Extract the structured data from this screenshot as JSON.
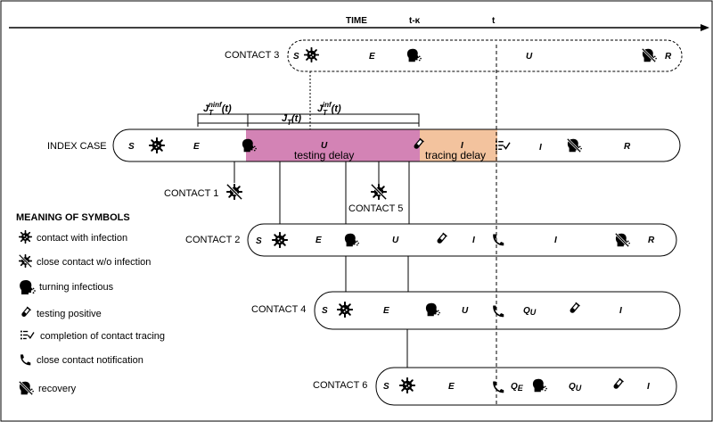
{
  "time_axis": {
    "label": "TIME",
    "tick_tk": "t-κ",
    "tick_t": "t"
  },
  "contact3": {
    "label": "CONTACT 3",
    "states": [
      "S",
      "E",
      "U",
      "R"
    ]
  },
  "brackets": {
    "ninf_main": "J",
    "ninf_sub": "T",
    "ninf_sup": "ninf",
    "ninf_arg": "(t)",
    "all_main": "J",
    "all_sub": "T",
    "all_arg": "(t)",
    "inf_main": "J",
    "inf_sub": "T",
    "inf_sup": "inf",
    "inf_arg": "(t)"
  },
  "index_case": {
    "label": "INDEX CASE",
    "states": [
      "S",
      "E",
      "U",
      "I",
      "I",
      "R"
    ],
    "testing_delay": "testing delay",
    "tracing_delay": "tracing delay",
    "colors": {
      "testing": "#d383b5",
      "tracing": "#f3c39e"
    }
  },
  "contact1": {
    "label": "CONTACT 1"
  },
  "contact5": {
    "label": "CONTACT 5"
  },
  "contact2": {
    "label": "CONTACT 2",
    "states": [
      "S",
      "E",
      "U",
      "I",
      "I",
      "R"
    ]
  },
  "contact4": {
    "label": "CONTACT 4",
    "states": [
      "S",
      "E",
      "U",
      "Q",
      "U",
      "I"
    ]
  },
  "contact6": {
    "label": "CONTACT 6",
    "states": [
      "S",
      "E",
      "Q",
      "E",
      "Q",
      "U",
      "I"
    ]
  },
  "legend": {
    "title": "MEANING OF SYMBOLS",
    "items": [
      {
        "icon": "virus-icon",
        "text": "contact with infection"
      },
      {
        "icon": "crossed-virus-icon",
        "text": "close contact w/o infection"
      },
      {
        "icon": "infectious-head-icon",
        "text": "turning infectious"
      },
      {
        "icon": "test-tube-icon",
        "text": "testing positive"
      },
      {
        "icon": "checklist-icon",
        "text": "completion of contact tracing"
      },
      {
        "icon": "phone-icon",
        "text": "close contact notification"
      },
      {
        "icon": "recovered-head-icon",
        "text": "recovery"
      }
    ]
  }
}
